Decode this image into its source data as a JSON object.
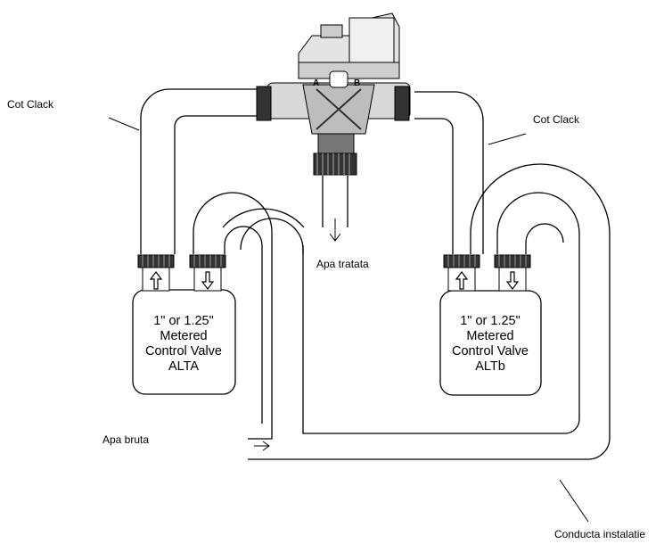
{
  "labels": {
    "cot_clack_left": "Cot Clack",
    "cot_clack_right": "Cot Clack",
    "apa_tratata": "Apa tratata",
    "apa_bruta": "Apa bruta",
    "conducta": "Conducta instalatie"
  },
  "valve_ports": {
    "a": "A",
    "b": "B"
  },
  "tanks": [
    {
      "lines": [
        "1\" or 1.25\"",
        "Metered",
        "Control Valve",
        "ALTA"
      ]
    },
    {
      "lines": [
        "1\" or 1.25\"",
        "Metered",
        "Control Valve",
        "ALTb"
      ]
    }
  ]
}
